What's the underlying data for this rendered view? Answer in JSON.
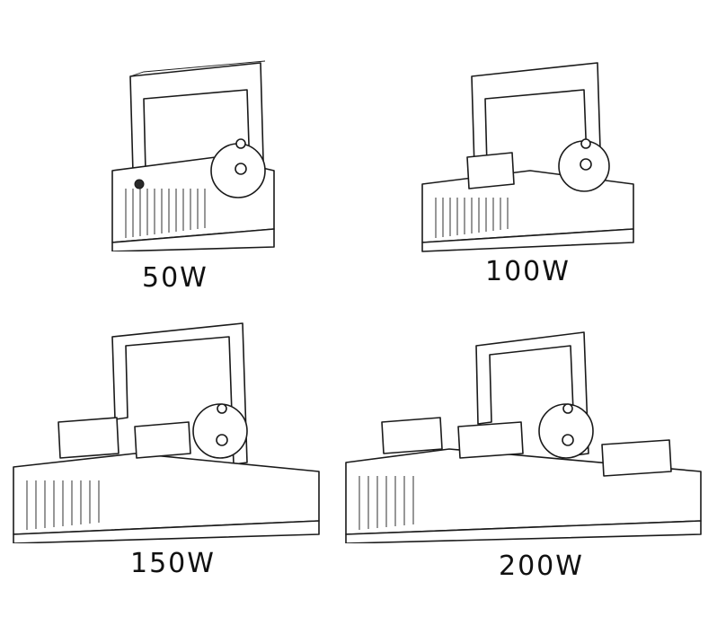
{
  "products": [
    {
      "id": "p50",
      "label": "50W",
      "modules": 1
    },
    {
      "id": "p100",
      "label": "100W",
      "modules": 2
    },
    {
      "id": "p150",
      "label": "150W",
      "modules": 3
    },
    {
      "id": "p200",
      "label": "200W",
      "modules": 4
    }
  ],
  "colors": {
    "line": "#1a1a1a",
    "background": "#ffffff",
    "text": "#111111"
  }
}
